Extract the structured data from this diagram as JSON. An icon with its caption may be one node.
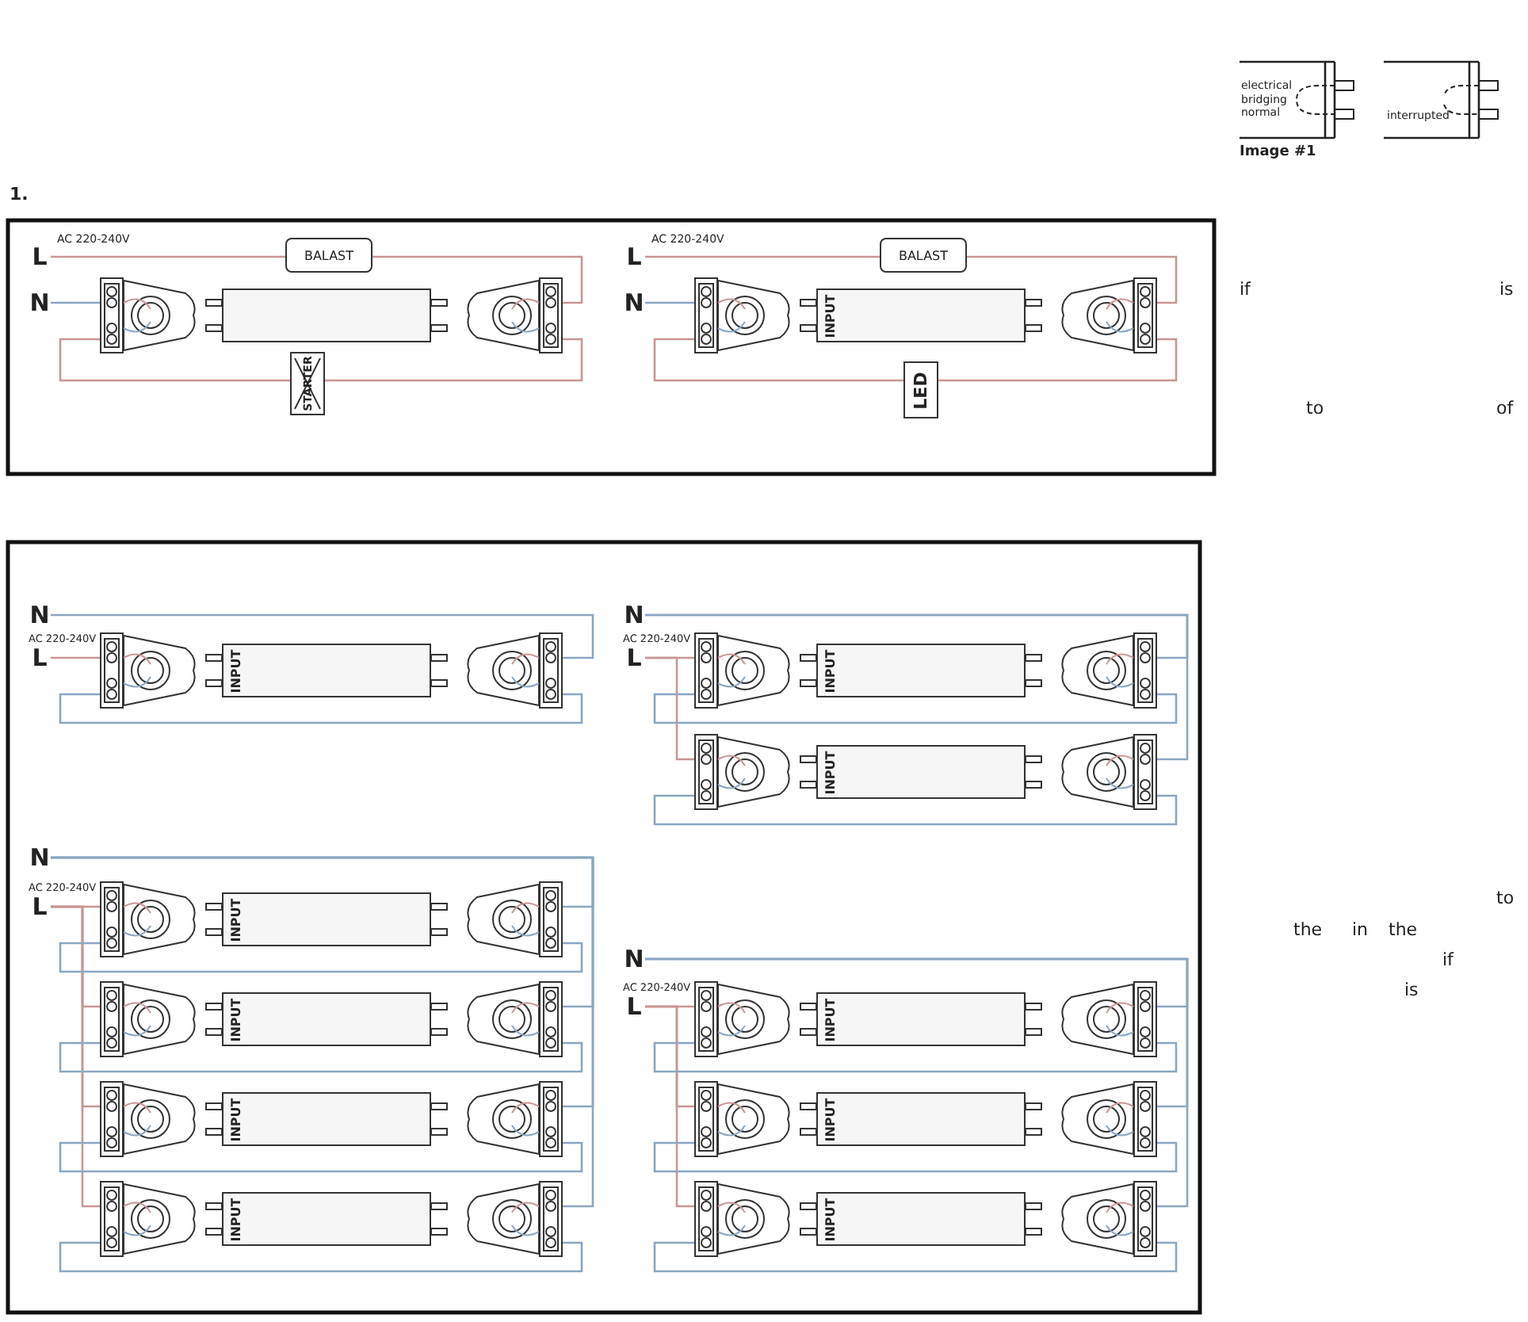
{
  "diagram": {
    "nodes": [
      {
        "text": [
          "electrical bridging normal"
        ],
        "beside": [
          "Image #1"
        ]
      },
      {
        "text": [
          "interrupted"
        ]
      },
      {
        "text": [
          "BALAST"
        ]
      },
      {
        "text": [],
        "shape": "bar"
      },
      {
        "text": [
          "STARTER"
        ]
      },
      {
        "text": [
          "BALAST"
        ]
      },
      {
        "text": [
          "INPUT"
        ]
      },
      {
        "text": [
          "LED"
        ]
      },
      {
        "text": [
          "INPUT"
        ]
      },
      {
        "text": [
          "INPUT"
        ]
      },
      {
        "text": [
          "INPUT"
        ]
      },
      {
        "text": [
          "INPUT"
        ]
      },
      {
        "text": [
          "INPUT"
        ]
      },
      {
        "text": [
          "INPUT"
        ]
      },
      {
        "text": [
          "INPUT"
        ]
      },
      {
        "text": [
          "INPUT"
        ]
      },
      {
        "text": [
          "INPUT"
        ]
      },
      {
        "text": [
          "INPUT"
        ]
      },
      {
        "text": [],
        "shape": "picture"
      },
      {
        "text": [],
        "shape": "picture"
      },
      {
        "text": [],
        "shape": "picture"
      },
      {
        "text": [],
        "shape": "picture"
      },
      {
        "text": [],
        "shape": "picture"
      },
      {
        "text": [],
        "shape": "picture"
      },
      {
        "text": [],
        "shape": "picture"
      },
      {
        "text": [],
        "shape": "picture"
      },
      {
        "text": [],
        "shape": "picture"
      },
      {
        "text": [],
        "shape": "picture"
      },
      {
        "text": [],
        "shape": "picture"
      },
      {
        "text": [],
        "shape": "picture"
      },
      {
        "text": [],
        "shape": "picture"
      },
      {
        "text": [],
        "shape": "picture"
      },
      {
        "text": [],
        "shape": "picture"
      },
      {
        "text": [],
        "shape": "picture"
      },
      {
        "text": [],
        "shape": "picture"
      },
      {
        "text": [],
        "shape": "picture"
      },
      {
        "text": [],
        "shape": "picture"
      },
      {
        "text": [],
        "shape": "picture"
      },
      {
        "text": [],
        "shape": "picture"
      },
      {
        "text": [],
        "shape": "picture"
      },
      {
        "text": [],
        "shape": "picture"
      },
      {
        "text": [],
        "shape": "picture"
      },
      {
        "text": [
          "L"
        ]
      },
      {
        "text": [
          "N"
        ]
      },
      {
        "text": [
          "L"
        ]
      },
      {
        "text": [
          "N"
        ]
      },
      {
        "text": [
          "N"
        ]
      },
      {
        "text": [
          "L"
        ]
      },
      {
        "text": [
          "N"
        ]
      },
      {
        "text": [
          "L"
        ]
      },
      {
        "text": [
          "N"
        ]
      },
      {
        "text": [
          "L"
        ]
      },
      {
        "text": [
          "N"
        ]
      },
      {
        "text": [
          "L"
        ]
      }
    ],
    "edges": [
      {
        "from": 42,
        "to": 2,
        "arrow": "none",
        "color": "#c99595"
      },
      {
        "from": 2,
        "to": 19,
        "arrow": "none",
        "color": "#c99595"
      },
      {
        "from": 43,
        "to": 18,
        "arrow": "none"
      },
      {
        "from": 18,
        "to": 4,
        "arrow": "none",
        "color": "#c99595"
      },
      {
        "from": 4,
        "to": 19,
        "arrow": "none",
        "color": "#c99595"
      },
      {
        "from": 44,
        "to": 5,
        "arrow": "none",
        "color": "#c99595"
      },
      {
        "from": 5,
        "to": 21,
        "arrow": "none",
        "color": "#c99595"
      },
      {
        "from": 45,
        "to": 20,
        "arrow": "none"
      },
      {
        "from": 20,
        "to": 7,
        "arrow": "none",
        "color": "#c99595"
      },
      {
        "from": 7,
        "to": 21,
        "arrow": "none",
        "color": "#c99595"
      },
      {
        "from": 46,
        "to": 23,
        "arrow": "none"
      },
      {
        "from": 47,
        "to": 22,
        "arrow": "none",
        "color": "#c99595"
      },
      {
        "from": 22,
        "to": 23,
        "arrow": "none"
      },
      {
        "from": 48,
        "to": 25,
        "arrow": "none"
      },
      {
        "from": 48,
        "to": 27,
        "arrow": "none"
      },
      {
        "from": 49,
        "to": 24,
        "arrow": "none",
        "color": "#c99595"
      },
      {
        "from": 49,
        "to": 26,
        "arrow": "none",
        "color": "#c99595"
      },
      {
        "from": 24,
        "to": 25,
        "arrow": "none"
      },
      {
        "from": 26,
        "to": 27,
        "arrow": "none"
      },
      {
        "from": 50,
        "to": 29,
        "arrow": "none"
      },
      {
        "from": 50,
        "to": 31,
        "arrow": "none"
      },
      {
        "from": 50,
        "to": 33,
        "arrow": "none"
      },
      {
        "from": 50,
        "to": 35,
        "arrow": "none"
      },
      {
        "from": 51,
        "to": 28,
        "arrow": "none",
        "color": "#c99595"
      },
      {
        "from": 51,
        "to": 30,
        "arrow": "none",
        "color": "#c99595"
      },
      {
        "from": 51,
        "to": 32,
        "arrow": "none",
        "color": "#c99595"
      },
      {
        "from": 51,
        "to": 34,
        "arrow": "none",
        "color": "#c99595"
      },
      {
        "from": 28,
        "to": 29,
        "arrow": "none"
      },
      {
        "from": 30,
        "to": 31,
        "arrow": "none"
      },
      {
        "from": 32,
        "to": 33,
        "arrow": "none"
      },
      {
        "from": 34,
        "to": 35,
        "arrow": "none"
      },
      {
        "from": 52,
        "to": 37,
        "arrow": "none"
      },
      {
        "from": 52,
        "to": 39,
        "arrow": "none"
      },
      {
        "from": 52,
        "to": 41,
        "arrow": "none"
      },
      {
        "from": 53,
        "to": 36,
        "arrow": "none",
        "color": "#c99595"
      },
      {
        "from": 53,
        "to": 38,
        "arrow": "none",
        "color": "#c99595"
      },
      {
        "from": 53,
        "to": 40,
        "arrow": "none",
        "color": "#c99595"
      },
      {
        "from": 36,
        "to": 37,
        "arrow": "none"
      },
      {
        "from": 38,
        "to": 39,
        "arrow": "none"
      },
      {
        "from": 40,
        "to": 41,
        "arrow": "none"
      }
    ],
    "labels": [
      "1.",
      "AC 220-240V",
      "AC 220-240V",
      "if",
      "is",
      "to",
      "of",
      "AC 220-240V",
      "AC 220-240V",
      "to",
      "the",
      "in",
      "the",
      "if",
      "is",
      "AC 220-240V",
      "AC 220-240V"
    ]
  }
}
